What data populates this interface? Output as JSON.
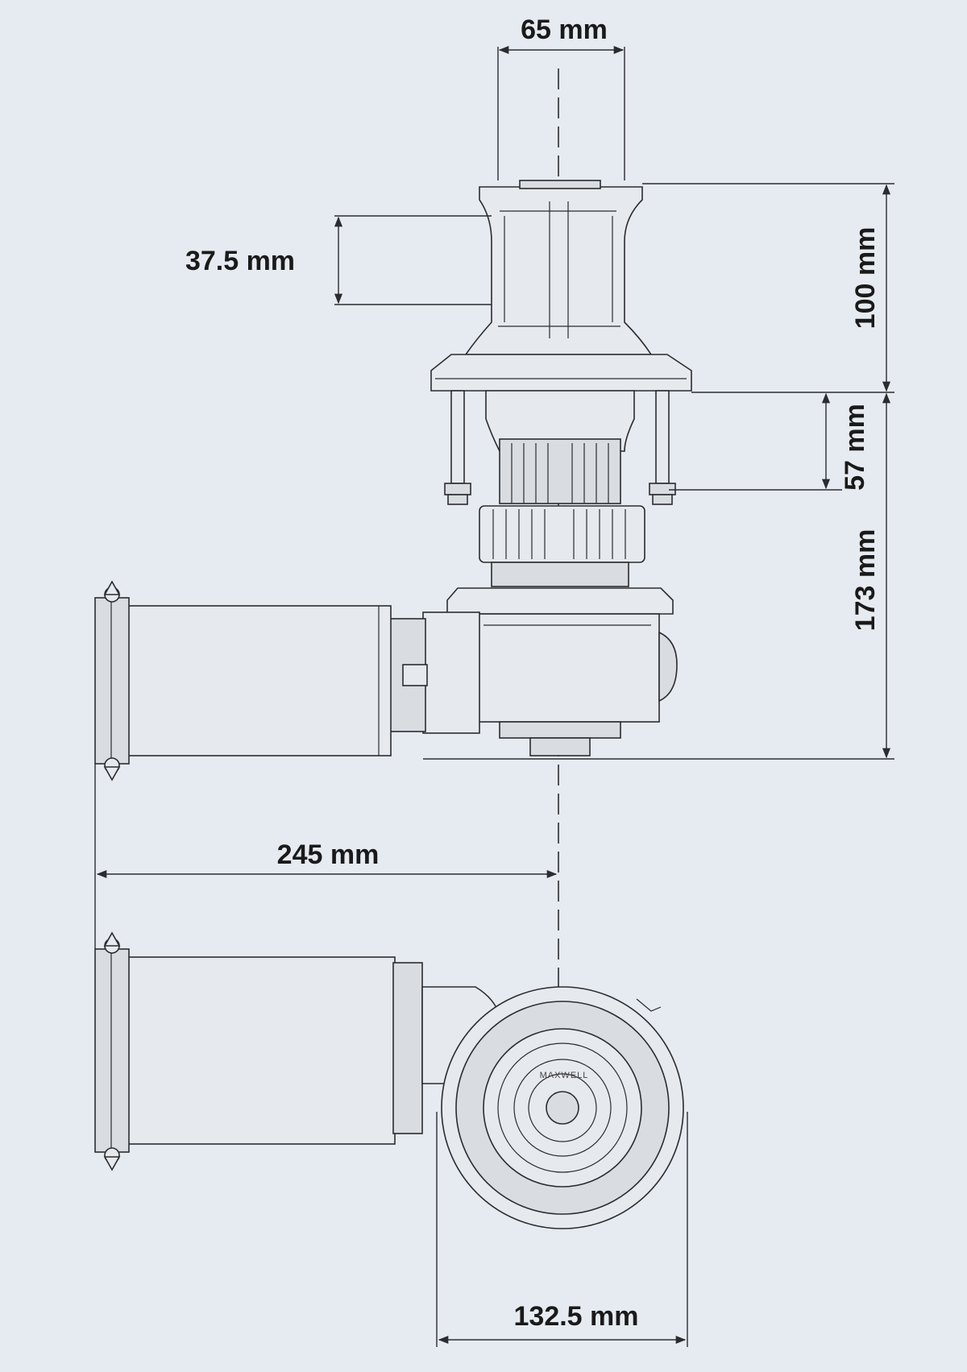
{
  "dimensions": {
    "top_width": "65 mm",
    "height_total": "100 mm",
    "drum_height": "37.5 mm",
    "gypsy_height": "57 mm",
    "below_deck": "173 mm",
    "motor_length": "245 mm",
    "base_diameter": "132.5 mm"
  },
  "colors": {
    "background": "#e6ebf1",
    "line": "#2a2c30",
    "part_fill": "#e6e9ed"
  }
}
